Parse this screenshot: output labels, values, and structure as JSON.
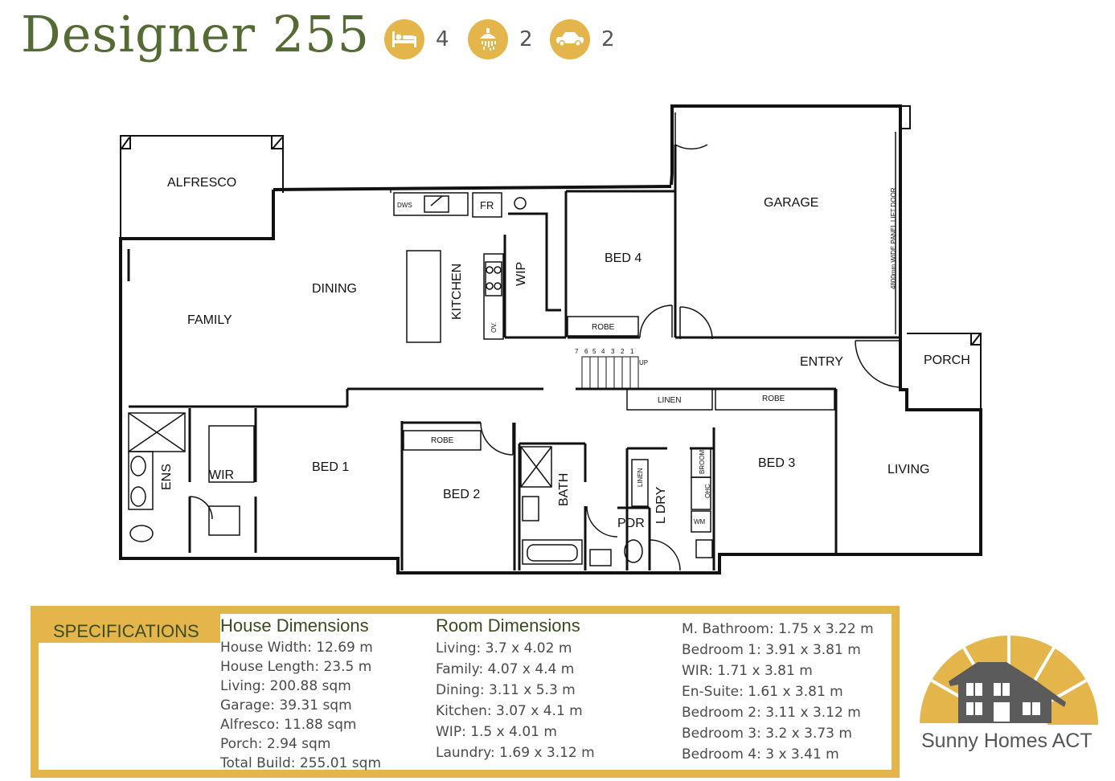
{
  "title": "Designer 255",
  "features": [
    {
      "icon": "bed-icon",
      "count": "4"
    },
    {
      "icon": "shower-icon",
      "count": "2"
    },
    {
      "icon": "car-icon",
      "count": "2"
    }
  ],
  "accent_color": "#e4b54a",
  "title_color": "#546b34",
  "rooms": {
    "alfresco": "ALFRESCO",
    "family": "FAMILY",
    "dining": "DINING",
    "kitchen": "KITCHEN",
    "wip": "WIP",
    "dws": "DWS",
    "fr": "FR",
    "ov": "OV.",
    "bed4": "BED 4",
    "robe_bed4": "ROBE",
    "garage": "GARAGE",
    "garage_door": "4800mm WIDE PANEL LIFT DOOR",
    "entry": "ENTRY",
    "porch": "PORCH",
    "up": "UP",
    "stairs": [
      "7",
      "6",
      "5",
      "4",
      "3",
      "2",
      "1"
    ],
    "linen_hall": "LINEN",
    "robe_bed3": "ROBE",
    "bed3": "BED 3",
    "living": "LIVING",
    "ens": "ENS",
    "wir": "WIR",
    "bed1": "BED 1",
    "robe_bed2": "ROBE",
    "bed2": "BED 2",
    "bath": "BATH",
    "linen_ldry": "LINEN",
    "ldry": "L DRY",
    "pdr": "PDR",
    "broom": "BROOM",
    "ohc": "OHC",
    "wm": "WM"
  },
  "specifications": {
    "heading": "SPECIFICATIONS",
    "house": {
      "heading": "House Dimensions",
      "lines": [
        "House Width: 12.69 m",
        "House Length: 23.5 m",
        "Living: 200.88 sqm",
        "Garage: 39.31 sqm",
        "Alfresco: 11.88 sqm",
        "Porch: 2.94 sqm",
        "Total Build: 255.01 sqm"
      ]
    },
    "rooms": {
      "heading": "Room Dimensions",
      "lines": [
        "Living: 3.7 x 4.02 m",
        "Family: 4.07 x 4.4 m",
        "Dining: 3.11 x 5.3 m",
        "Kitchen: 3.07 x 4.1 m",
        "WIP: 1.5 x 4.01 m",
        "Laundry: 1.69 x 3.12 m"
      ]
    },
    "more": {
      "lines": [
        "M. Bathroom: 1.75 x 3.22 m",
        "Bedroom 1: 3.91 x 3.81 m",
        "WIR: 1.71 x 3.81 m",
        "En-Suite: 1.61 x 3.81 m",
        "Bedroom 2: 3.11 x 3.12 m",
        "Bedroom 3: 3.2 x 3.73 m",
        "Bedroom 4: 3 x 3.41 m"
      ]
    }
  },
  "brand": "Sunny Homes ACT"
}
